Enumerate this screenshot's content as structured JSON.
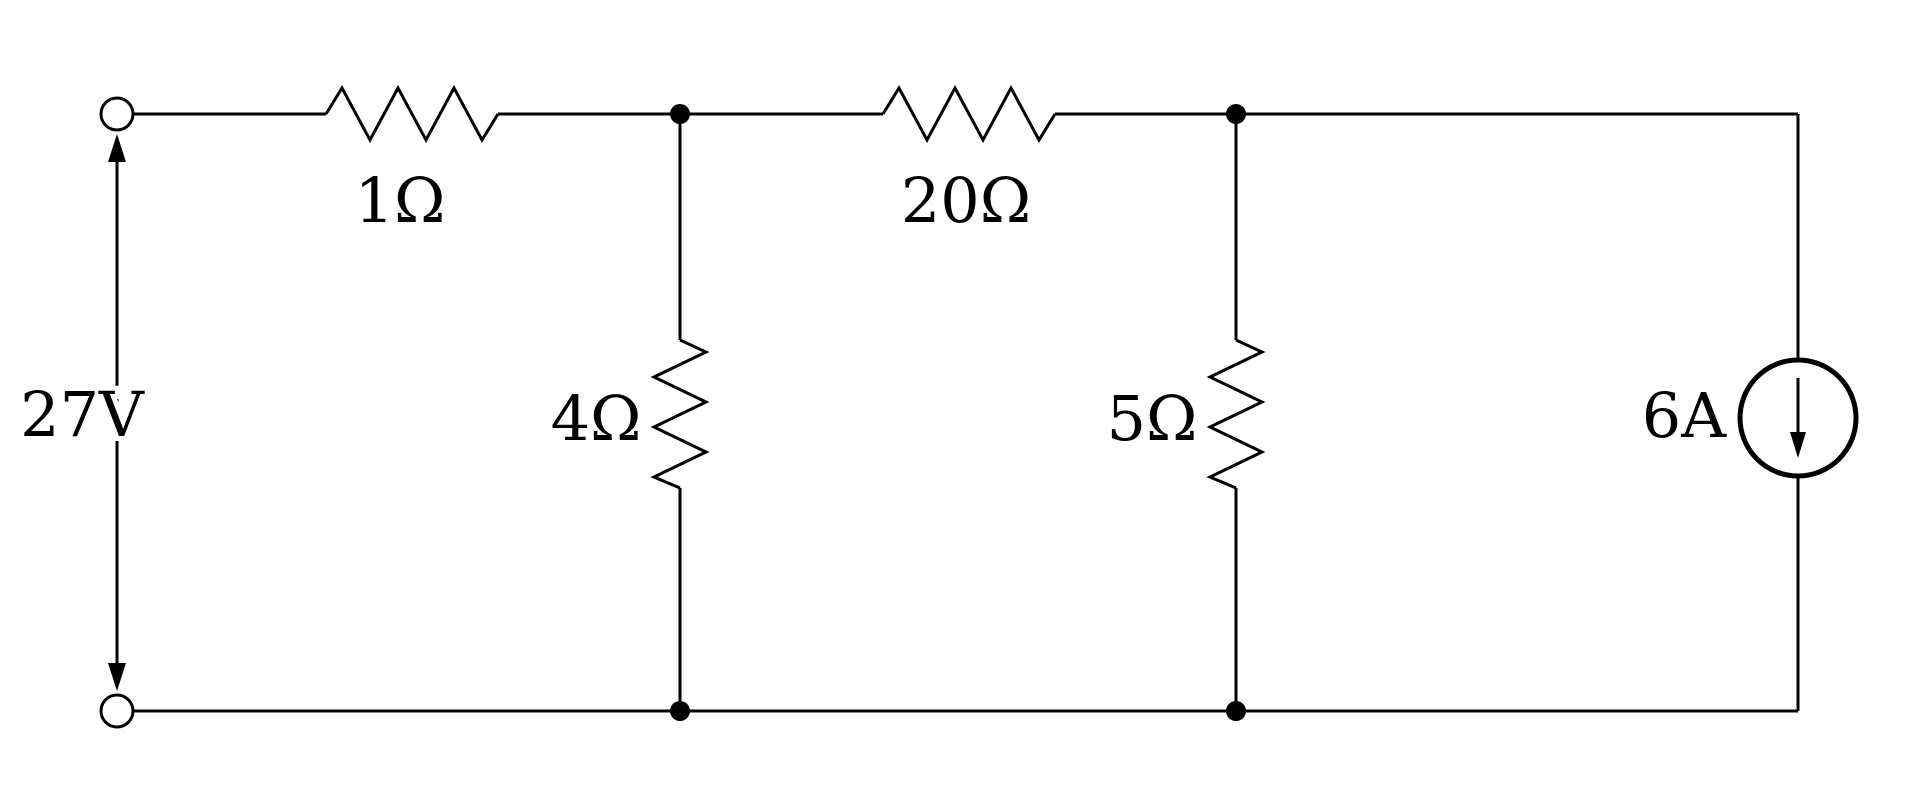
{
  "figure": {
    "kind": "circuit-diagram",
    "background_color": "#ffffff",
    "line_color": "#000000"
  },
  "components": {
    "voltage_source": {
      "label": "27V",
      "value": 27,
      "unit": "V"
    },
    "resistor_r1": {
      "label": "1Ω",
      "value": 1,
      "unit": "Ω",
      "orientation": "horizontal"
    },
    "resistor_r2": {
      "label": "4Ω",
      "value": 4,
      "unit": "Ω",
      "orientation": "vertical"
    },
    "resistor_r3": {
      "label": "20Ω",
      "value": 20,
      "unit": "Ω",
      "orientation": "horizontal"
    },
    "resistor_r4": {
      "label": "5Ω",
      "value": 5,
      "unit": "Ω",
      "orientation": "vertical"
    },
    "current_source": {
      "label": "6A",
      "value": 6,
      "unit": "A",
      "arrow_direction": "down"
    }
  }
}
